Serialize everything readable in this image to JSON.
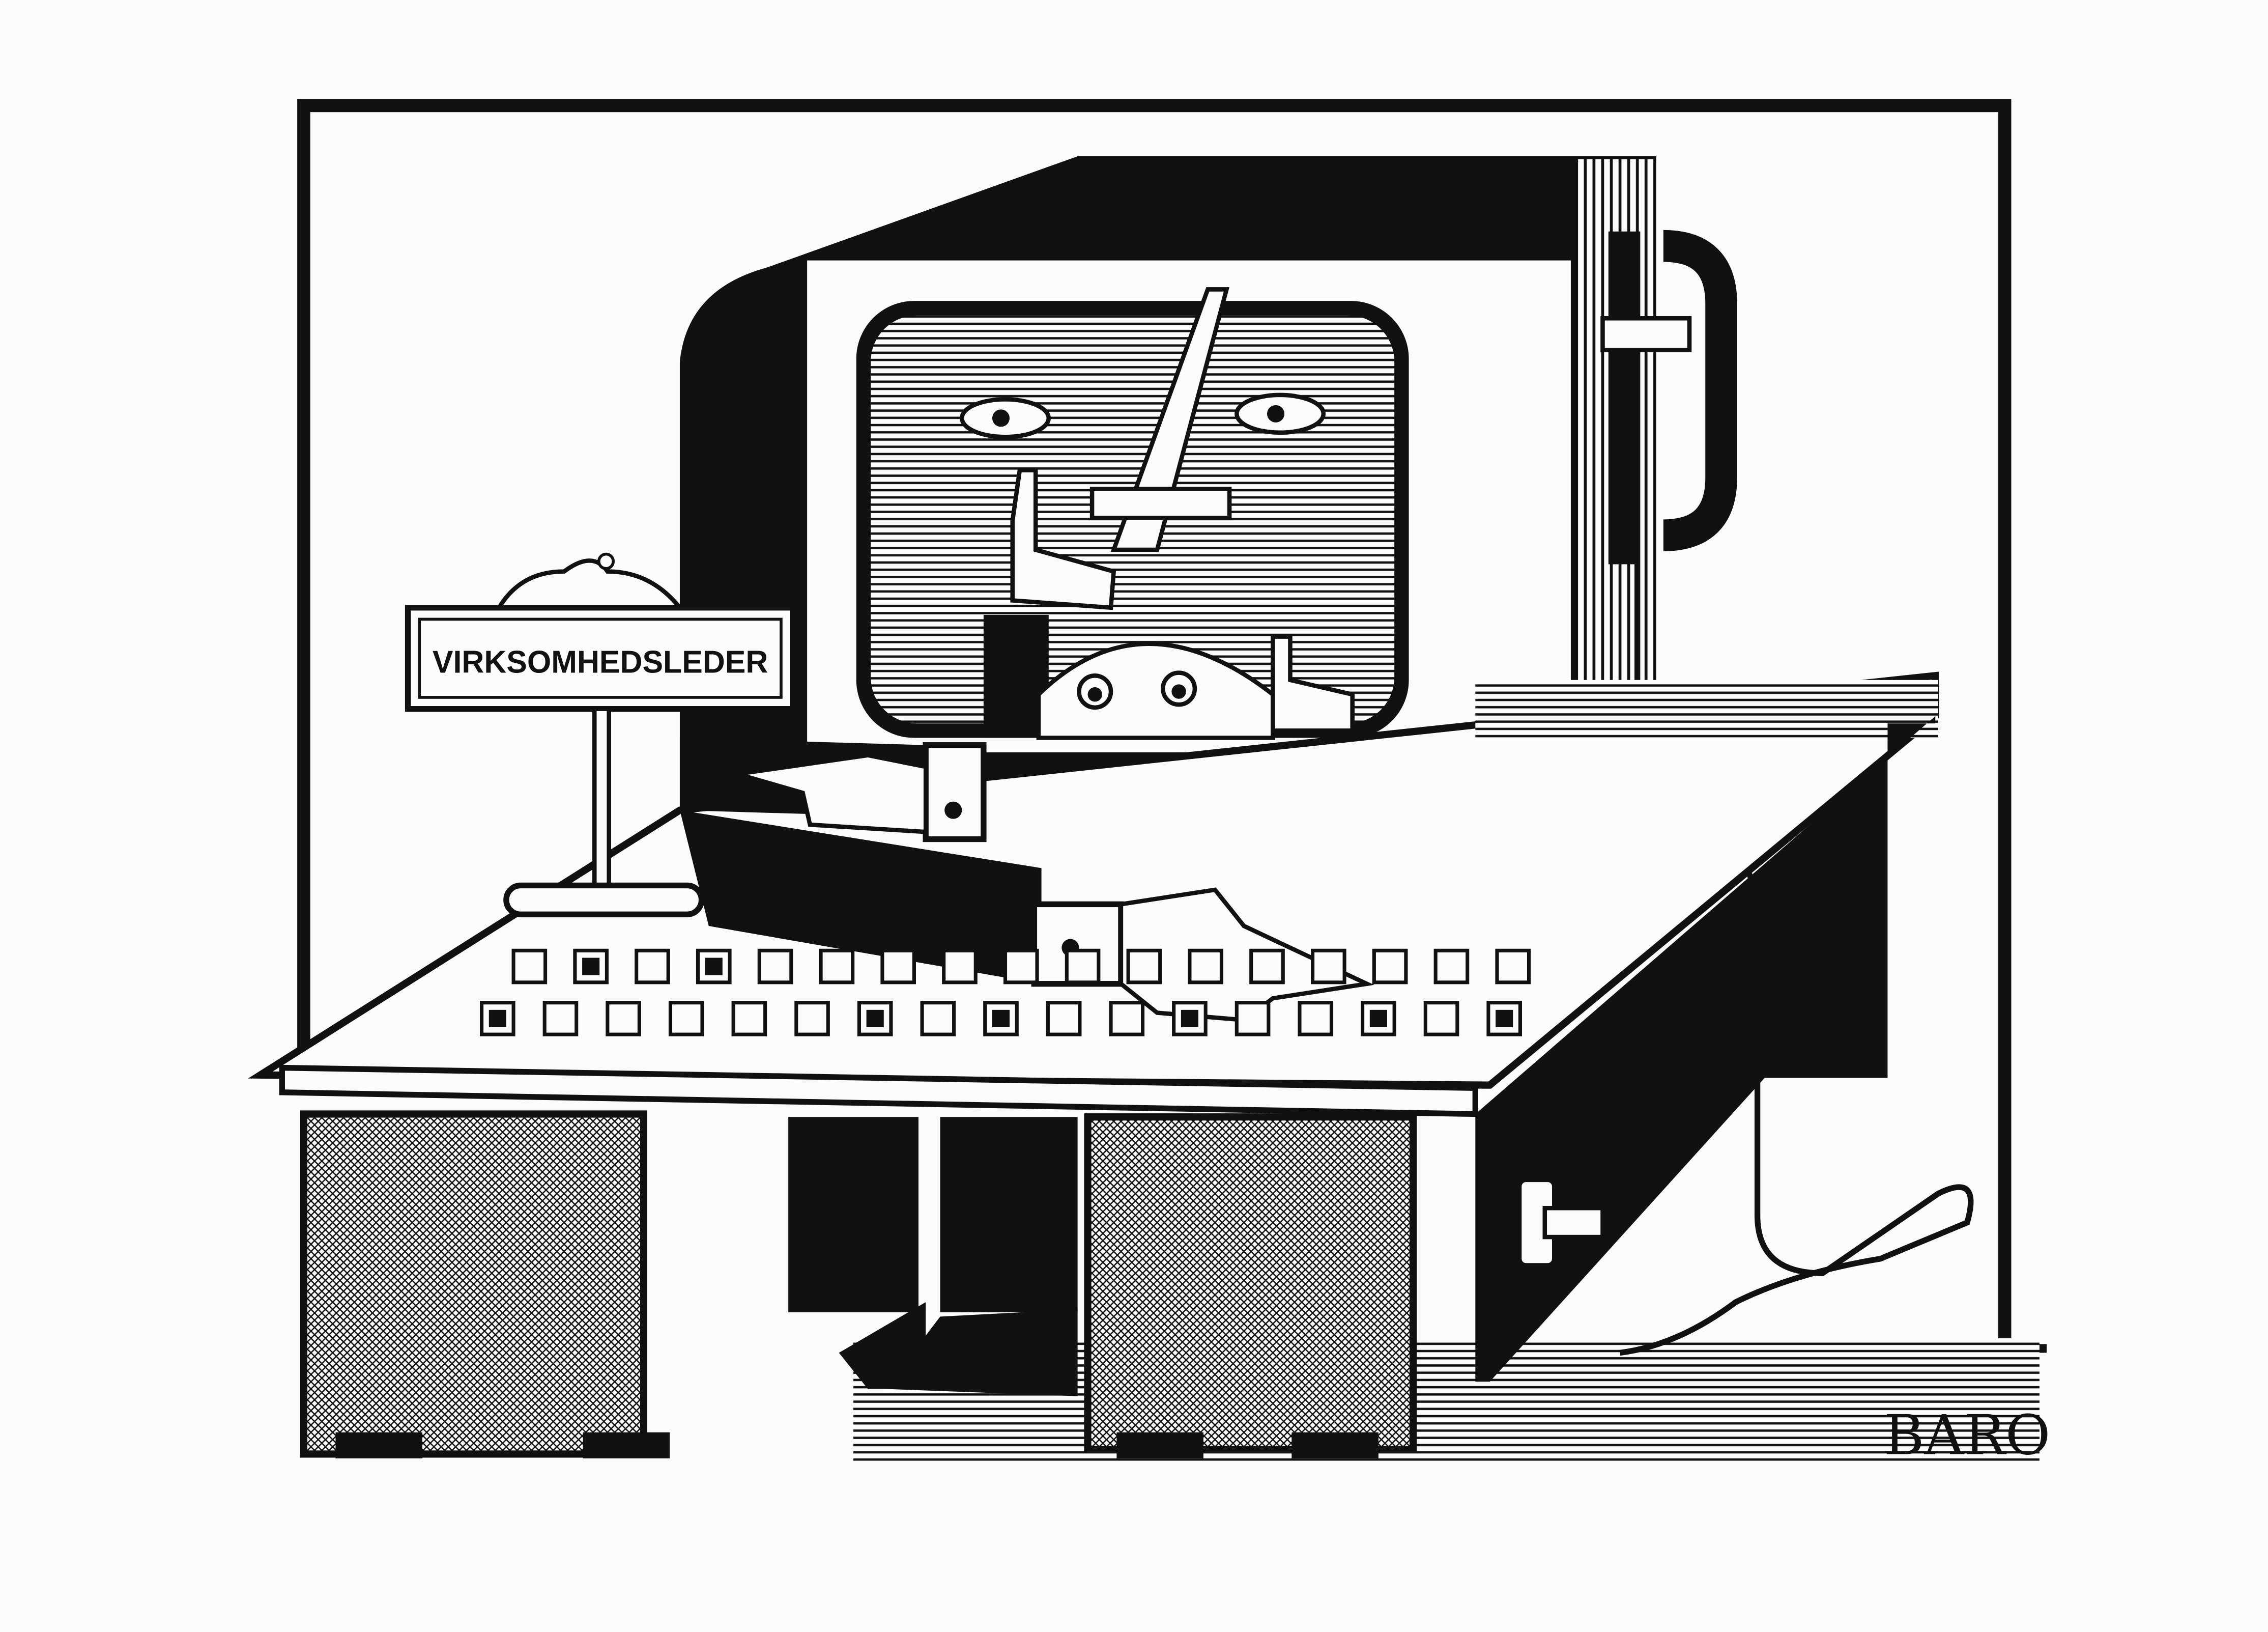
{
  "sign": {
    "label": "VIRKSOMHEDSLEDER"
  },
  "signature": {
    "text": "BARO"
  },
  "colors": {
    "ink": "#111111",
    "paper": "#fbfbfb"
  },
  "keyboard": {
    "top_row_filled": [
      0,
      1,
      0,
      1,
      0,
      0,
      0,
      0,
      0,
      0,
      0,
      0,
      0,
      0,
      0,
      0,
      0
    ],
    "bottom_row_filled": [
      1,
      0,
      0,
      0,
      0,
      0,
      1,
      0,
      1,
      0,
      0,
      1,
      0,
      0,
      1,
      0,
      1
    ]
  }
}
